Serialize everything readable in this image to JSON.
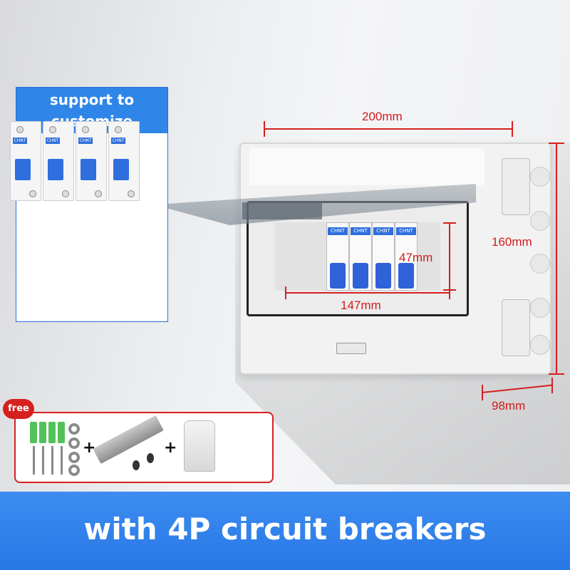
{
  "card": {
    "title_line1": "support to",
    "title_line2": "customize",
    "breaker_brand": "CHNT"
  },
  "dimensions": {
    "width": "200mm",
    "height": "160mm",
    "depth": "98mm",
    "inner_width": "147mm",
    "inner_height": "47mm"
  },
  "enclosure": {
    "breaker_brand": "CHNT",
    "breaker_count": 4
  },
  "accessories": {
    "badge": "free",
    "plus": "+"
  },
  "banner": {
    "text": "with 4P circuit breakers"
  },
  "colors": {
    "accent_blue": "#2f86e8",
    "dimension_red": "#d62020",
    "breaker_blue": "#2f62d8"
  }
}
